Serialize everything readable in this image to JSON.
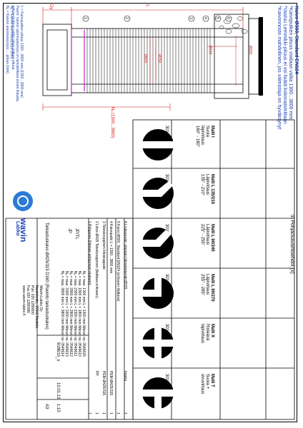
{
  "header_notes": {
    "line1": "Kaivo Ø300, Standard EN124",
    "line2": "*Kaivoputken pituus voidaan valita 1300...3800 mm",
    "line3": "*Vastuu Lemmikki-pituus ei voi lisätä kokonaismittaan",
    "line4": "*Kaivonnosto mahdollinen, jos valmistaja on hyväksynyt"
  },
  "left_notes": {
    "title": "Nₓ = Kaivon asennussyvyys (mm)",
    "line1": "Nₓ = Kaivon asennussyvyys ... pituus (mm)",
    "line2": "L = Kaivoputken pituus 1300...3800 mm (1300...3800 mm)",
    "line3": "Huom: kaivon asennussyvyys on tarkistettava ennen tilausta,",
    "line4": "jolloin voidaan valita oikea putken pituus."
  },
  "dimension_labels": {
    "dy": "Dy",
    "L": "L",
    "nx": "Nₓ (1300...3800)",
    "d425": "Ø425",
    "d315": "Ø315",
    "d300": "Ø300",
    "d250": "Ø250"
  },
  "balloons": [
    "1",
    "2",
    "3",
    "4",
    "5",
    "6"
  ],
  "section_label": "① Pohjaosavaihtoehdot (x)",
  "models": [
    {
      "name": "Malli I",
      "desc": "Suora\nläpivirtaus",
      "range": "160° - 180°",
      "code": "3011328 [ ]",
      "glyph": "straight"
    },
    {
      "name": "Malli L 135/210",
      "desc": "Läpivirtaus",
      "range": "135° - 210°",
      "code": "3011339 [ ]",
      "glyph": "bend1"
    },
    {
      "name": "Malli L 90/240",
      "desc": "Läpivirtaus",
      "range": "225° - 255°",
      "code": "3011344 [ ]",
      "glyph": "bend2"
    },
    {
      "name": "Malli L 90/270",
      "desc": "Läpivirtaus",
      "range": "255° - 285°",
      "code": "3011349 [ ]",
      "glyph": "bend3"
    },
    {
      "name": "Malli X",
      "desc": "Risteävä\nläpivirtaus",
      "range": "",
      "code": "3011360 [ ]",
      "glyph": "cross"
    },
    {
      "name": "Malli T",
      "desc": "Suora +\nsivuvirtaus",
      "range": "",
      "code": "3011354 [ ]",
      "glyph": "tee"
    }
  ],
  "parts": [
    {
      "no": "6",
      "text": "Lisävaruste: yläpään liitoselementti Ø315",
      "note": "Imatra",
      "qty": "1"
    },
    {
      "no": "5",
      "text": "Kansi Ø300, Standard EN124 (erikseen tilattava)",
      "note": "",
      "qty": "1"
    },
    {
      "no": "4",
      "text": "Kaivoputki L = 1300...3800 mm",
      "note": "PEM Ø425/315",
      "qty": "1"
    },
    {
      "no": "3",
      "text": "Teleskooppinen liitoskappale",
      "note": "PEM Ø425/315",
      "qty": "1"
    },
    {
      "no": "2",
      "text": "Liitos Ø425 Teleskooppinen (tilattava erikseen)",
      "note": "PP",
      "qty": "1"
    },
    {
      "no": "1",
      "text": "Pohjaosa (tilataan pohjaosan mukaan)",
      "note": "",
      "qty": "1"
    }
  ],
  "lengths": [
    {
      "label": "Nₓ = max. 1300 mm",
      "l": "L = 1300 mm",
      "code": "Weran no. 0546620"
    },
    {
      "label": "Nₓ = max. 1800 mm",
      "l": "L = 1800 mm",
      "code": "Weran no. 0546610"
    },
    {
      "label": "Nₓ = max. 2300 mm",
      "l": "L = 2300 mm",
      "code": "Weran no. 0546611"
    },
    {
      "label": "Nₓ = max. 2800 mm",
      "l": "L = 2800 mm",
      "code": "Weran no. 0546612"
    },
    {
      "label": "Nₓ = max. 3300 mm",
      "l": "L = 3300 mm",
      "code": "Weran no. 0546613"
    },
    {
      "label": "Nₓ = max. 3800 mm",
      "l": "L = 3800 mm",
      "code": "Weran no. 0546614"
    }
  ],
  "title_block": {
    "product": "Tarkastuskaivo Ø425/315 D160 (Ravinto tarkastuskaivo)",
    "drawing_no": "818610_s",
    "date": "10.01.13",
    "scale": "1:10",
    "sheet": "A3",
    "drawn_by": "JP",
    "checked_by": "JP/TL",
    "company": "Wavin-Labko Oy",
    "address": "Nastolantie, 15560 Nastola",
    "phone": "Puh. 020 1280000",
    "fax": "Fax 020 1280080",
    "web": "www.wavin-labko.fi",
    "logo_text": "wavin",
    "logo_sub": "Labko",
    "mark": "PP"
  },
  "colors": {
    "red": "#d31a1a",
    "blue": "#1a3fb0",
    "magenta": "#c020c0",
    "logo_blue": "#2c7bd6"
  }
}
